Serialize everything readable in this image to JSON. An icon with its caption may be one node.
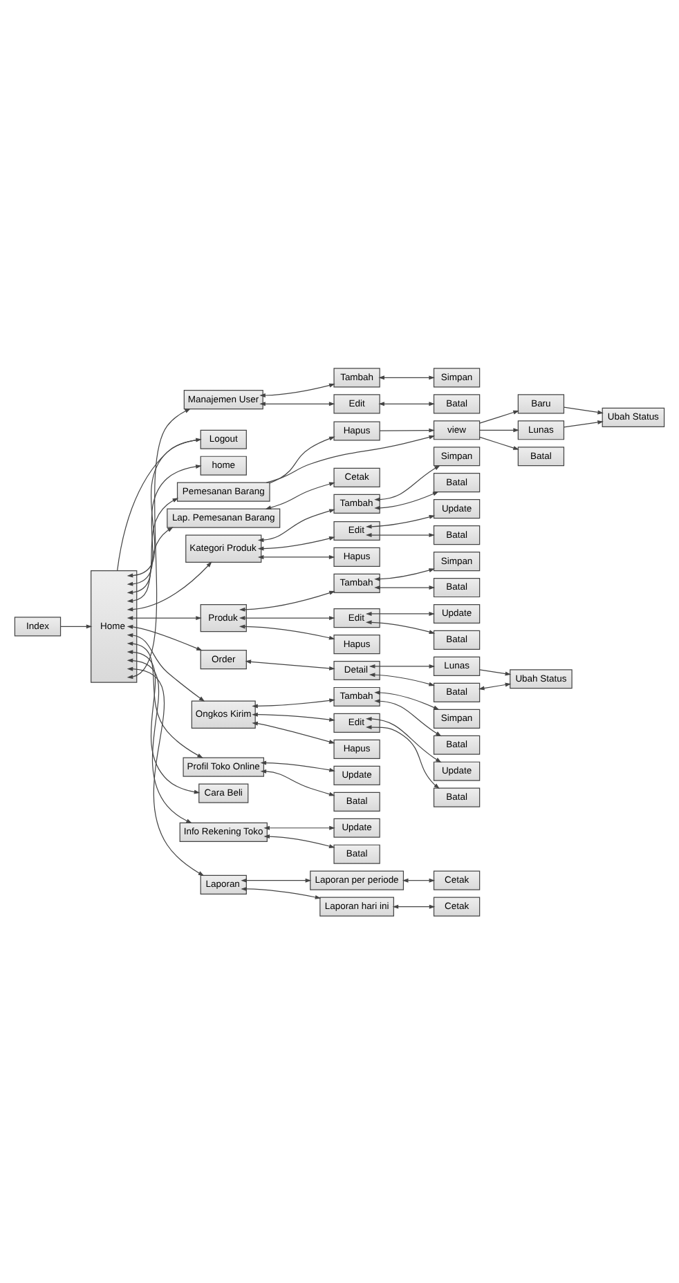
{
  "diagram": {
    "nodes": [
      {
        "text": [
          "Index"
        ]
      },
      {
        "text": [
          "Home"
        ]
      },
      {
        "text": [
          "home"
        ]
      },
      {
        "text": [
          "Pemesanan Barang"
        ]
      },
      {
        "text": [
          "Hapus"
        ]
      },
      {
        "text": [
          "view"
        ]
      },
      {
        "text": [
          "Baru"
        ]
      },
      {
        "text": [
          "Lunas"
        ]
      },
      {
        "text": [
          "Ubah Status"
        ]
      },
      {
        "text": [
          "Batal"
        ]
      },
      {
        "text": [
          "Lap. Pemesanan Barang"
        ]
      },
      {
        "text": [
          "Cetak"
        ]
      },
      {
        "text": [
          "Kategori Produk"
        ]
      },
      {
        "text": [
          "Tambah"
        ]
      },
      {
        "text": [
          "Simpan"
        ]
      },
      {
        "text": [
          "Batal"
        ]
      },
      {
        "text": [
          "Edit"
        ]
      },
      {
        "text": [
          "Update"
        ]
      },
      {
        "text": [
          "Batal"
        ]
      },
      {
        "text": [
          "Hapus"
        ]
      },
      {
        "text": [
          "Produk"
        ]
      },
      {
        "text": [
          "Tambah"
        ]
      },
      {
        "text": [
          "Simpan"
        ]
      },
      {
        "text": [
          "Batal"
        ]
      },
      {
        "text": [
          "Edit"
        ]
      },
      {
        "text": [
          "Update"
        ]
      },
      {
        "text": [
          "Batal"
        ]
      },
      {
        "text": [
          "Hapus"
        ]
      },
      {
        "text": [
          "Order"
        ]
      },
      {
        "text": [
          "Detail"
        ]
      },
      {
        "text": [
          "Lunas"
        ]
      },
      {
        "text": [
          "Batal"
        ]
      },
      {
        "text": [
          "Ubah Status"
        ]
      },
      {
        "text": [
          "Ongkos Kirim"
        ]
      },
      {
        "text": [
          "Tambah"
        ]
      },
      {
        "text": [
          "Simpan"
        ]
      },
      {
        "text": [
          "Batal"
        ]
      },
      {
        "text": [
          "Edit"
        ]
      },
      {
        "text": [
          "Update"
        ]
      },
      {
        "text": [
          "Batal"
        ]
      },
      {
        "text": [
          "Hapus"
        ]
      },
      {
        "text": [
          "Profil Toko Online"
        ]
      },
      {
        "text": [
          "Update"
        ]
      },
      {
        "text": [
          "Batal"
        ]
      },
      {
        "text": [
          "Cara Beli"
        ]
      },
      {
        "text": [
          "Info Rekening Toko"
        ]
      },
      {
        "text": [
          "Update"
        ]
      },
      {
        "text": [
          "Batal"
        ]
      },
      {
        "text": [
          "Laporan"
        ]
      },
      {
        "text": [
          "Laporan per periode"
        ]
      },
      {
        "text": [
          "Cetak"
        ]
      },
      {
        "text": [
          "Laporan hari ini"
        ]
      },
      {
        "text": [
          "Cetak"
        ]
      },
      {
        "text": [
          "Manajemen User"
        ]
      },
      {
        "text": [
          "Tambah"
        ]
      },
      {
        "text": [
          "Simpan"
        ]
      },
      {
        "text": [
          "Edit"
        ]
      },
      {
        "text": [
          "Batal"
        ]
      },
      {
        "text": [
          "Logout"
        ]
      }
    ],
    "edges": [
      {
        "from": 0,
        "to": 1,
        "arrow": "to"
      },
      {
        "from": 58,
        "to": 1,
        "arrow": "to"
      },
      {
        "from": 1,
        "to": 2,
        "arrow": "both"
      },
      {
        "from": 1,
        "to": 3,
        "arrow": "both"
      },
      {
        "from": 1,
        "to": 10,
        "arrow": "both"
      },
      {
        "from": 1,
        "to": 12,
        "arrow": "both"
      },
      {
        "from": 1,
        "to": 20,
        "arrow": "both"
      },
      {
        "from": 1,
        "to": 28,
        "arrow": "both"
      },
      {
        "from": 1,
        "to": 33,
        "arrow": "both"
      },
      {
        "from": 1,
        "to": 41,
        "arrow": "both"
      },
      {
        "from": 1,
        "to": 44,
        "arrow": "both"
      },
      {
        "from": 1,
        "to": 45,
        "arrow": "both"
      },
      {
        "from": 1,
        "to": 48,
        "arrow": "both"
      },
      {
        "from": 1,
        "to": 53,
        "arrow": "both"
      },
      {
        "from": 1,
        "to": 58,
        "arrow": "to"
      },
      {
        "from": 3,
        "to": 4,
        "arrow": "to"
      },
      {
        "from": 3,
        "to": 5,
        "arrow": "to"
      },
      {
        "from": 4,
        "to": 5,
        "arrow": "to"
      },
      {
        "from": 5,
        "to": 6,
        "arrow": "to"
      },
      {
        "from": 5,
        "to": 7,
        "arrow": "to"
      },
      {
        "from": 5,
        "to": 9,
        "arrow": "to"
      },
      {
        "from": 6,
        "to": 8,
        "arrow": "to"
      },
      {
        "from": 7,
        "to": 8,
        "arrow": "to"
      },
      {
        "from": 10,
        "to": 11,
        "arrow": "both"
      },
      {
        "from": 12,
        "to": 13,
        "arrow": "both"
      },
      {
        "from": 12,
        "to": 16,
        "arrow": "both"
      },
      {
        "from": 12,
        "to": 19,
        "arrow": "both"
      },
      {
        "from": 13,
        "to": 14,
        "arrow": "both"
      },
      {
        "from": 13,
        "to": 15,
        "arrow": "both"
      },
      {
        "from": 16,
        "to": 17,
        "arrow": "both"
      },
      {
        "from": 16,
        "to": 18,
        "arrow": "both"
      },
      {
        "from": 20,
        "to": 21,
        "arrow": "both"
      },
      {
        "from": 20,
        "to": 24,
        "arrow": "both"
      },
      {
        "from": 20,
        "to": 27,
        "arrow": "both"
      },
      {
        "from": 21,
        "to": 22,
        "arrow": "both"
      },
      {
        "from": 21,
        "to": 23,
        "arrow": "both"
      },
      {
        "from": 24,
        "to": 25,
        "arrow": "both"
      },
      {
        "from": 24,
        "to": 26,
        "arrow": "both"
      },
      {
        "from": 28,
        "to": 29,
        "arrow": "both"
      },
      {
        "from": 29,
        "to": 30,
        "arrow": "both"
      },
      {
        "from": 29,
        "to": 31,
        "arrow": "both"
      },
      {
        "from": 30,
        "to": 32,
        "arrow": "to"
      },
      {
        "from": 31,
        "to": 32,
        "arrow": "both"
      },
      {
        "from": 33,
        "to": 34,
        "arrow": "both"
      },
      {
        "from": 33,
        "to": 37,
        "arrow": "both"
      },
      {
        "from": 33,
        "to": 40,
        "arrow": "both"
      },
      {
        "from": 34,
        "to": 35,
        "arrow": "both"
      },
      {
        "from": 34,
        "to": 36,
        "arrow": "both"
      },
      {
        "from": 37,
        "to": 38,
        "arrow": "both"
      },
      {
        "from": 37,
        "to": 39,
        "arrow": "both"
      },
      {
        "from": 41,
        "to": 42,
        "arrow": "both"
      },
      {
        "from": 41,
        "to": 43,
        "arrow": "both"
      },
      {
        "from": 45,
        "to": 46,
        "arrow": "both"
      },
      {
        "from": 45,
        "to": 47,
        "arrow": "both"
      },
      {
        "from": 48,
        "to": 49,
        "arrow": "both"
      },
      {
        "from": 48,
        "to": 51,
        "arrow": "both"
      },
      {
        "from": 49,
        "to": 50,
        "arrow": "both"
      },
      {
        "from": 51,
        "to": 52,
        "arrow": "both"
      },
      {
        "from": 53,
        "to": 54,
        "arrow": "both"
      },
      {
        "from": 53,
        "to": 56,
        "arrow": "both"
      },
      {
        "from": 54,
        "to": 55,
        "arrow": "both"
      },
      {
        "from": 56,
        "to": 57,
        "arrow": "both"
      }
    ]
  }
}
